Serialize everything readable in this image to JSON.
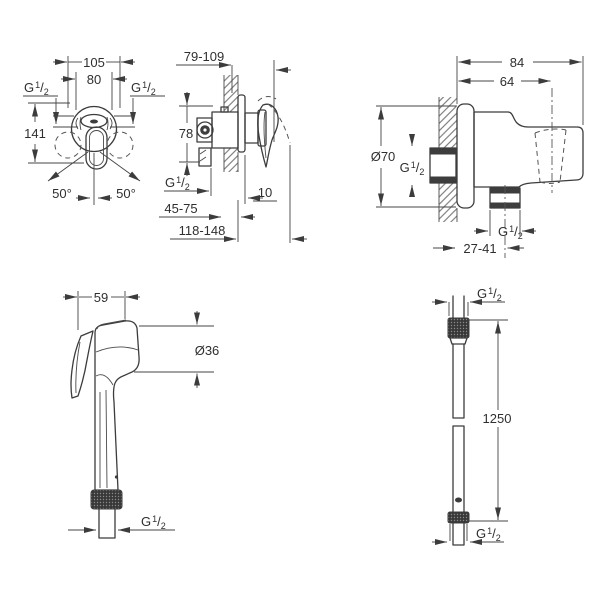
{
  "page": {
    "background": "#ffffff",
    "line_color": "#3c3c3c",
    "text_color": "#2f2f2f"
  },
  "thread_label": {
    "prefix": "G",
    "numerator": "1",
    "slash": "/",
    "denominator": "2"
  },
  "mixer_front_view": {
    "width_overall": "105",
    "width_ports": "80",
    "height": "141",
    "angle_left": "50°",
    "angle_right": "50°"
  },
  "mixer_side_view": {
    "install_depth_range": "79-109",
    "body_height": "78",
    "wall_clearance": "10",
    "plaster_depth_range": "45-75",
    "total_depth_range": "118-148"
  },
  "wall_union_view": {
    "depth_overall": "84",
    "depth_to_axis": "64",
    "flange_diameter": "Ø70",
    "outlet_offset_range": "27-41"
  },
  "hand_shower_view": {
    "head_width": "59",
    "head_diameter": "Ø36"
  },
  "hose_view": {
    "length": "1250"
  }
}
